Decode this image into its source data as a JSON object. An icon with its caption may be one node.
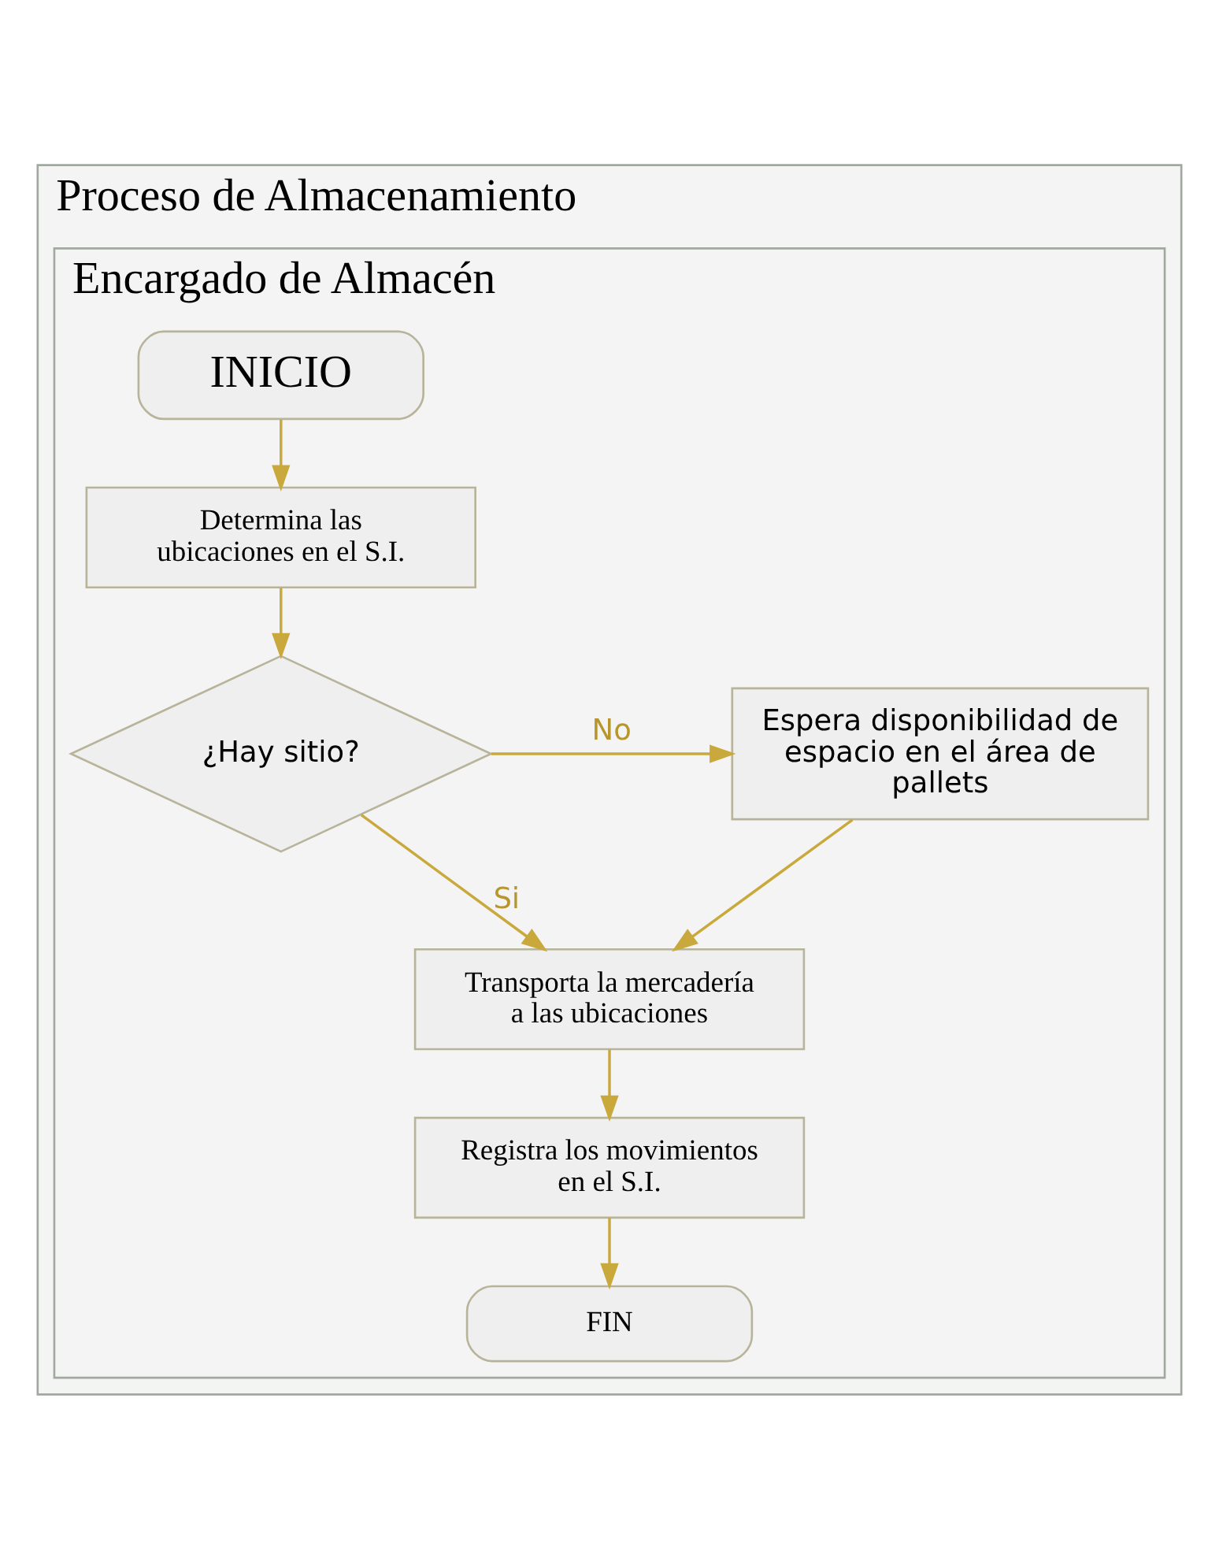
{
  "diagram": {
    "nodes": [
      {
        "text": [
          "Proceso de Almacenamiento"
        ]
      },
      {
        "text": [
          "Encargado de Almacén"
        ],
        "in": 0
      },
      {
        "text": [
          "INICIO"
        ],
        "in": 1
      },
      {
        "text": [
          "Determina las ubicaciones en el S.I."
        ],
        "in": 1
      },
      {
        "text": [
          "¿Hay sitio?"
        ],
        "in": 1
      },
      {
        "text": [
          "Espera disponibilidad de espacio en el área de pallets"
        ],
        "in": 1
      },
      {
        "text": [
          "Transporta la mercadería a las ubicaciones"
        ],
        "in": 1
      },
      {
        "text": [
          "Registra los movimientos en el S.I."
        ],
        "in": 1
      },
      {
        "text": [
          "FIN"
        ],
        "in": 1
      }
    ],
    "edges": [
      {
        "from": 2,
        "to": 3,
        "arrow": "to"
      },
      {
        "from": 3,
        "to": 4,
        "arrow": "to"
      },
      {
        "from": 4,
        "to": 5,
        "arrow": "to",
        "label": "No"
      },
      {
        "from": 4,
        "to": 6,
        "arrow": "to",
        "label": "Si"
      },
      {
        "from": 5,
        "to": 6,
        "arrow": "to"
      },
      {
        "from": 6,
        "to": 7,
        "arrow": "to"
      },
      {
        "from": 7,
        "to": 8,
        "arrow": "to"
      }
    ]
  }
}
